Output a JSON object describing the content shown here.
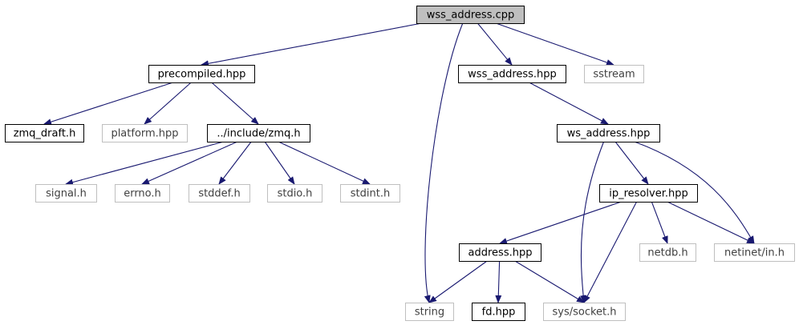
{
  "colors": {
    "edge": "#191970",
    "box_border_strong": "#000000",
    "box_border_muted": "#bfbfbf",
    "text_strong": "#000000",
    "text_muted": "#404040",
    "root_fill": "#bfbfbf",
    "box_fill": "#ffffff"
  },
  "nodes": [
    {
      "id": "wss_address_cpp",
      "label": "wss_address.cpp",
      "style": "root"
    },
    {
      "id": "precompiled_hpp",
      "label": "precompiled.hpp",
      "style": "strong"
    },
    {
      "id": "wss_address_hpp",
      "label": "wss_address.hpp",
      "style": "strong"
    },
    {
      "id": "sstream",
      "label": "sstream",
      "style": "muted"
    },
    {
      "id": "zmq_draft_h",
      "label": "zmq_draft.h",
      "style": "strong"
    },
    {
      "id": "platform_hpp",
      "label": "platform.hpp",
      "style": "muted"
    },
    {
      "id": "include_zmq_h",
      "label": "../include/zmq.h",
      "style": "strong"
    },
    {
      "id": "ws_address_hpp",
      "label": "ws_address.hpp",
      "style": "strong"
    },
    {
      "id": "signal_h",
      "label": "signal.h",
      "style": "muted"
    },
    {
      "id": "errno_h",
      "label": "errno.h",
      "style": "muted"
    },
    {
      "id": "stddef_h",
      "label": "stddef.h",
      "style": "muted"
    },
    {
      "id": "stdio_h",
      "label": "stdio.h",
      "style": "muted"
    },
    {
      "id": "stdint_h",
      "label": "stdint.h",
      "style": "muted"
    },
    {
      "id": "ip_resolver_hpp",
      "label": "ip_resolver.hpp",
      "style": "strong"
    },
    {
      "id": "address_hpp",
      "label": "address.hpp",
      "style": "strong"
    },
    {
      "id": "netdb_h",
      "label": "netdb.h",
      "style": "muted"
    },
    {
      "id": "netinet_in_h",
      "label": "netinet/in.h",
      "style": "muted"
    },
    {
      "id": "string",
      "label": "string",
      "style": "muted"
    },
    {
      "id": "fd_hpp",
      "label": "fd.hpp",
      "style": "strong"
    },
    {
      "id": "sys_socket_h",
      "label": "sys/socket.h",
      "style": "muted"
    }
  ],
  "edges": [
    {
      "from": "wss_address_cpp",
      "to": "precompiled_hpp"
    },
    {
      "from": "wss_address_cpp",
      "to": "string"
    },
    {
      "from": "wss_address_cpp",
      "to": "wss_address_hpp"
    },
    {
      "from": "wss_address_cpp",
      "to": "sstream"
    },
    {
      "from": "precompiled_hpp",
      "to": "zmq_draft_h"
    },
    {
      "from": "precompiled_hpp",
      "to": "platform_hpp"
    },
    {
      "from": "precompiled_hpp",
      "to": "include_zmq_h"
    },
    {
      "from": "include_zmq_h",
      "to": "signal_h"
    },
    {
      "from": "include_zmq_h",
      "to": "errno_h"
    },
    {
      "from": "include_zmq_h",
      "to": "stddef_h"
    },
    {
      "from": "include_zmq_h",
      "to": "stdio_h"
    },
    {
      "from": "include_zmq_h",
      "to": "stdint_h"
    },
    {
      "from": "wss_address_hpp",
      "to": "ws_address_hpp"
    },
    {
      "from": "ws_address_hpp",
      "to": "ip_resolver_hpp"
    },
    {
      "from": "ws_address_hpp",
      "to": "netinet_in_h"
    },
    {
      "from": "ws_address_hpp",
      "to": "sys_socket_h"
    },
    {
      "from": "ip_resolver_hpp",
      "to": "address_hpp"
    },
    {
      "from": "ip_resolver_hpp",
      "to": "netdb_h"
    },
    {
      "from": "ip_resolver_hpp",
      "to": "netinet_in_h"
    },
    {
      "from": "ip_resolver_hpp",
      "to": "sys_socket_h"
    },
    {
      "from": "address_hpp",
      "to": "string"
    },
    {
      "from": "address_hpp",
      "to": "fd_hpp"
    },
    {
      "from": "address_hpp",
      "to": "sys_socket_h"
    }
  ]
}
